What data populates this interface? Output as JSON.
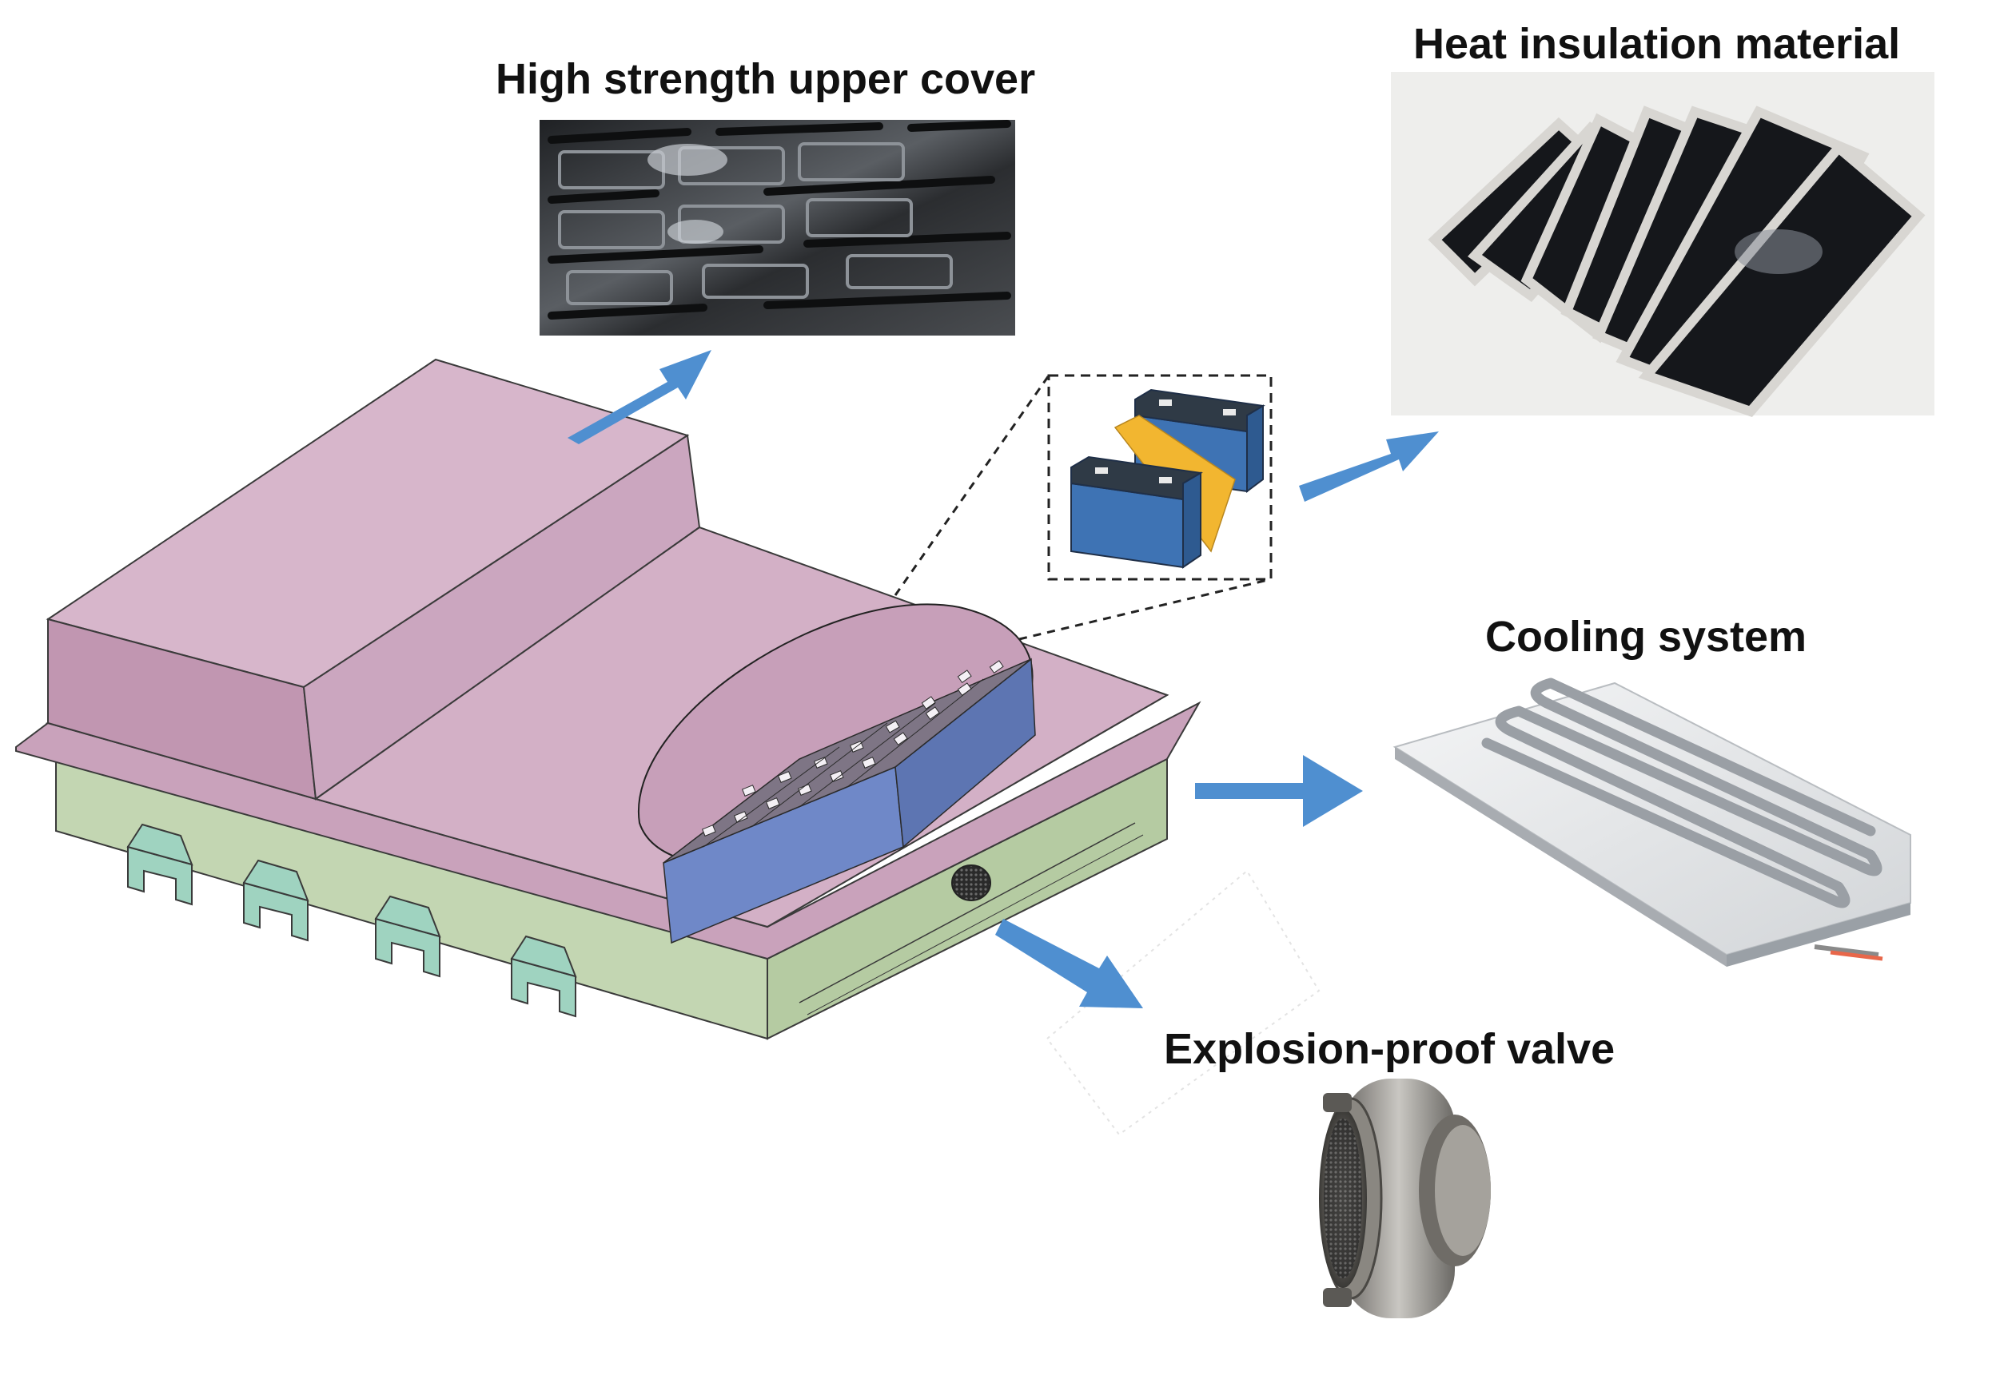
{
  "labels": {
    "upper_cover": "High strength upper cover",
    "heat_insulation": "Heat insulation material",
    "cooling": "Cooling system",
    "valve": "Explosion-proof valve"
  },
  "colors": {
    "lid_pink": "#c9a2bb",
    "lid_pink_light": "#d6b3c9",
    "tray_green": "#c3d6b2",
    "bracket_teal": "#9fd3c0",
    "cell_blue": "#3e73b4",
    "insulation_yellow": "#f2b630",
    "arrow_blue": "#4f8fd0"
  },
  "icons": {
    "arrow": "arrow-right-icon",
    "valve": "vent-valve-icon"
  }
}
